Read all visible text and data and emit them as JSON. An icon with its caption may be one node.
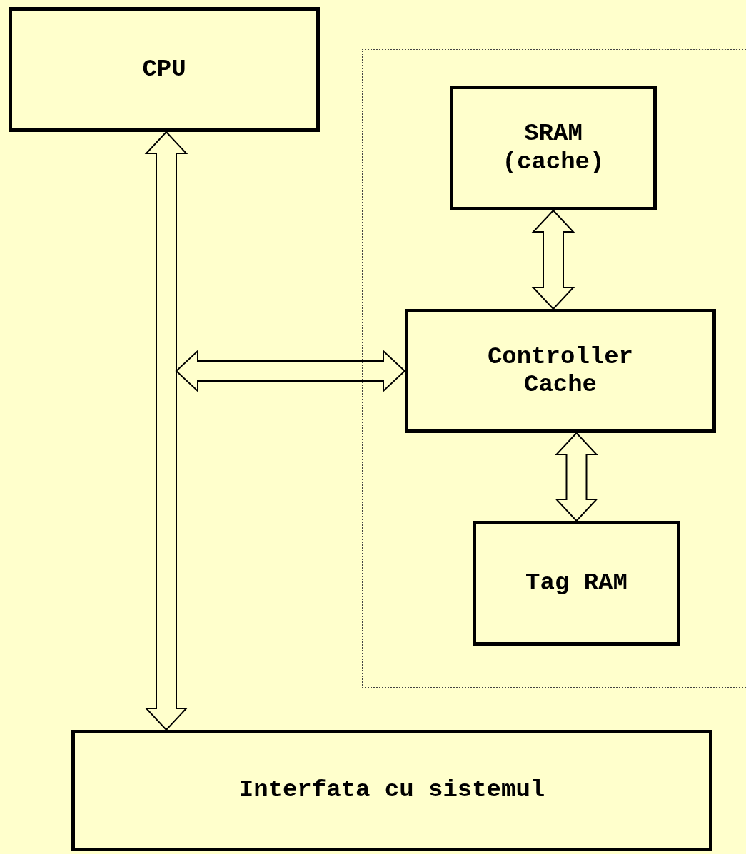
{
  "diagram": {
    "nodes": [
      {
        "text": [
          "CPU"
        ]
      },
      {
        "text": [],
        "shape": "box"
      },
      {
        "text": [
          "SRAM (cache)"
        ],
        "in": 1
      },
      {
        "text": [
          "Controller Cache"
        ],
        "in": 1
      },
      {
        "text": [
          "Tag RAM"
        ],
        "in": 1
      },
      {
        "text": [
          "Interfata cu sistemul"
        ]
      }
    ],
    "edges": [
      {
        "from": 0,
        "to": 5,
        "arrow": "both"
      },
      {
        "from": null,
        "to": 3,
        "arrow": "both"
      },
      {
        "from": 2,
        "to": 3,
        "arrow": "both"
      },
      {
        "from": 3,
        "to": 4,
        "arrow": "both"
      }
    ]
  }
}
